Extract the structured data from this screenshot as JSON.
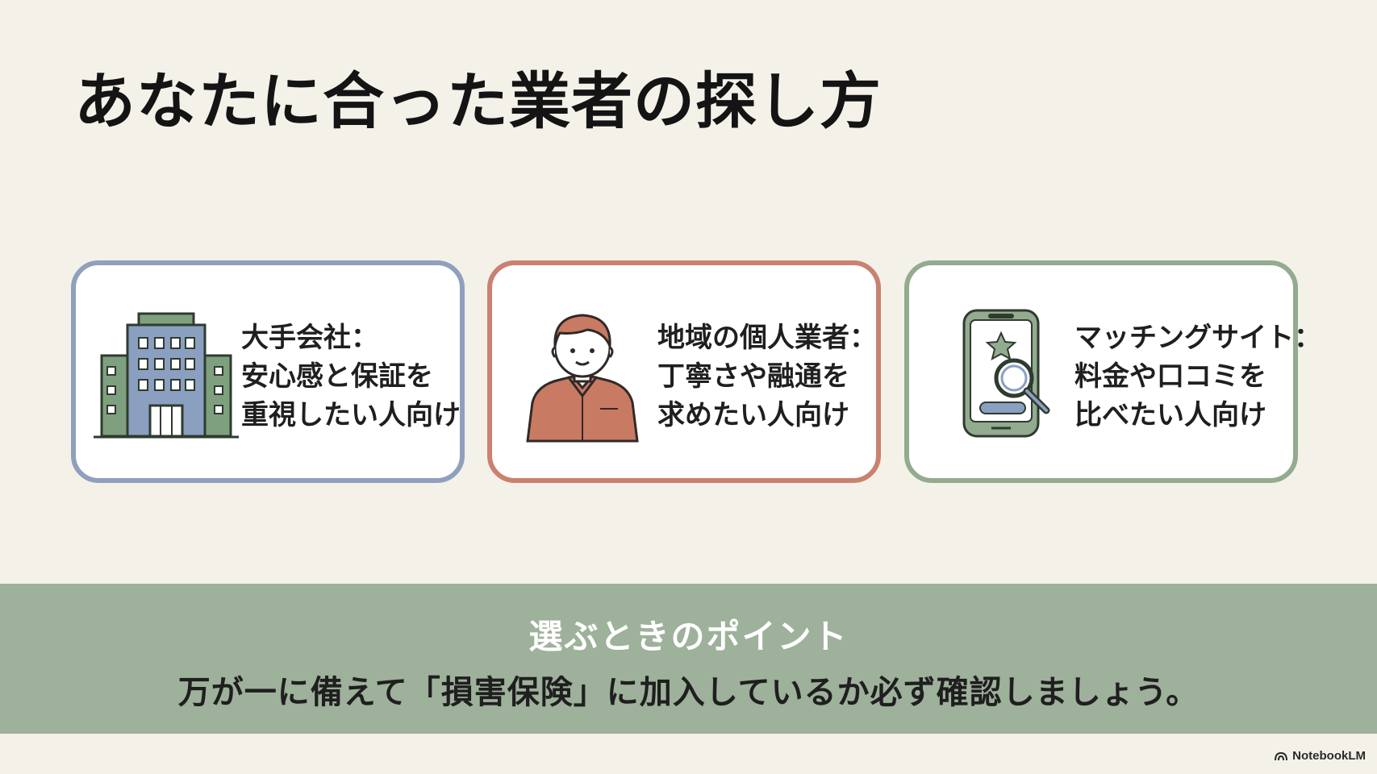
{
  "title": "あなたに合った業者の探し方",
  "cards": [
    {
      "heading": "大手会社：",
      "line2": "安心感と保証を",
      "line3": "重視したい人向け",
      "icon": "office-building-icon",
      "border_color": "#8fa0bd"
    },
    {
      "heading": "地域の個人業者：",
      "line2": "丁寧さや融通を",
      "line3": "求めたい人向け",
      "icon": "worker-person-icon",
      "border_color": "#c98270"
    },
    {
      "heading": "マッチングサイト：",
      "line2": "料金や口コミを",
      "line3": "比べたい人向け",
      "icon": "smartphone-search-icon",
      "border_color": "#93ab8f"
    }
  ],
  "banner": {
    "title": "選ぶときのポイント",
    "text": "万が一に備えて「損害保険」に加入しているか必ず確認しましょう。"
  },
  "footer": {
    "brand": "NotebookLM"
  },
  "colors": {
    "background": "#f4f1e9",
    "banner": "#9eb19b",
    "building_green": "#7fa07f",
    "building_blue": "#8b9fc1",
    "person_orange": "#c97a62"
  }
}
